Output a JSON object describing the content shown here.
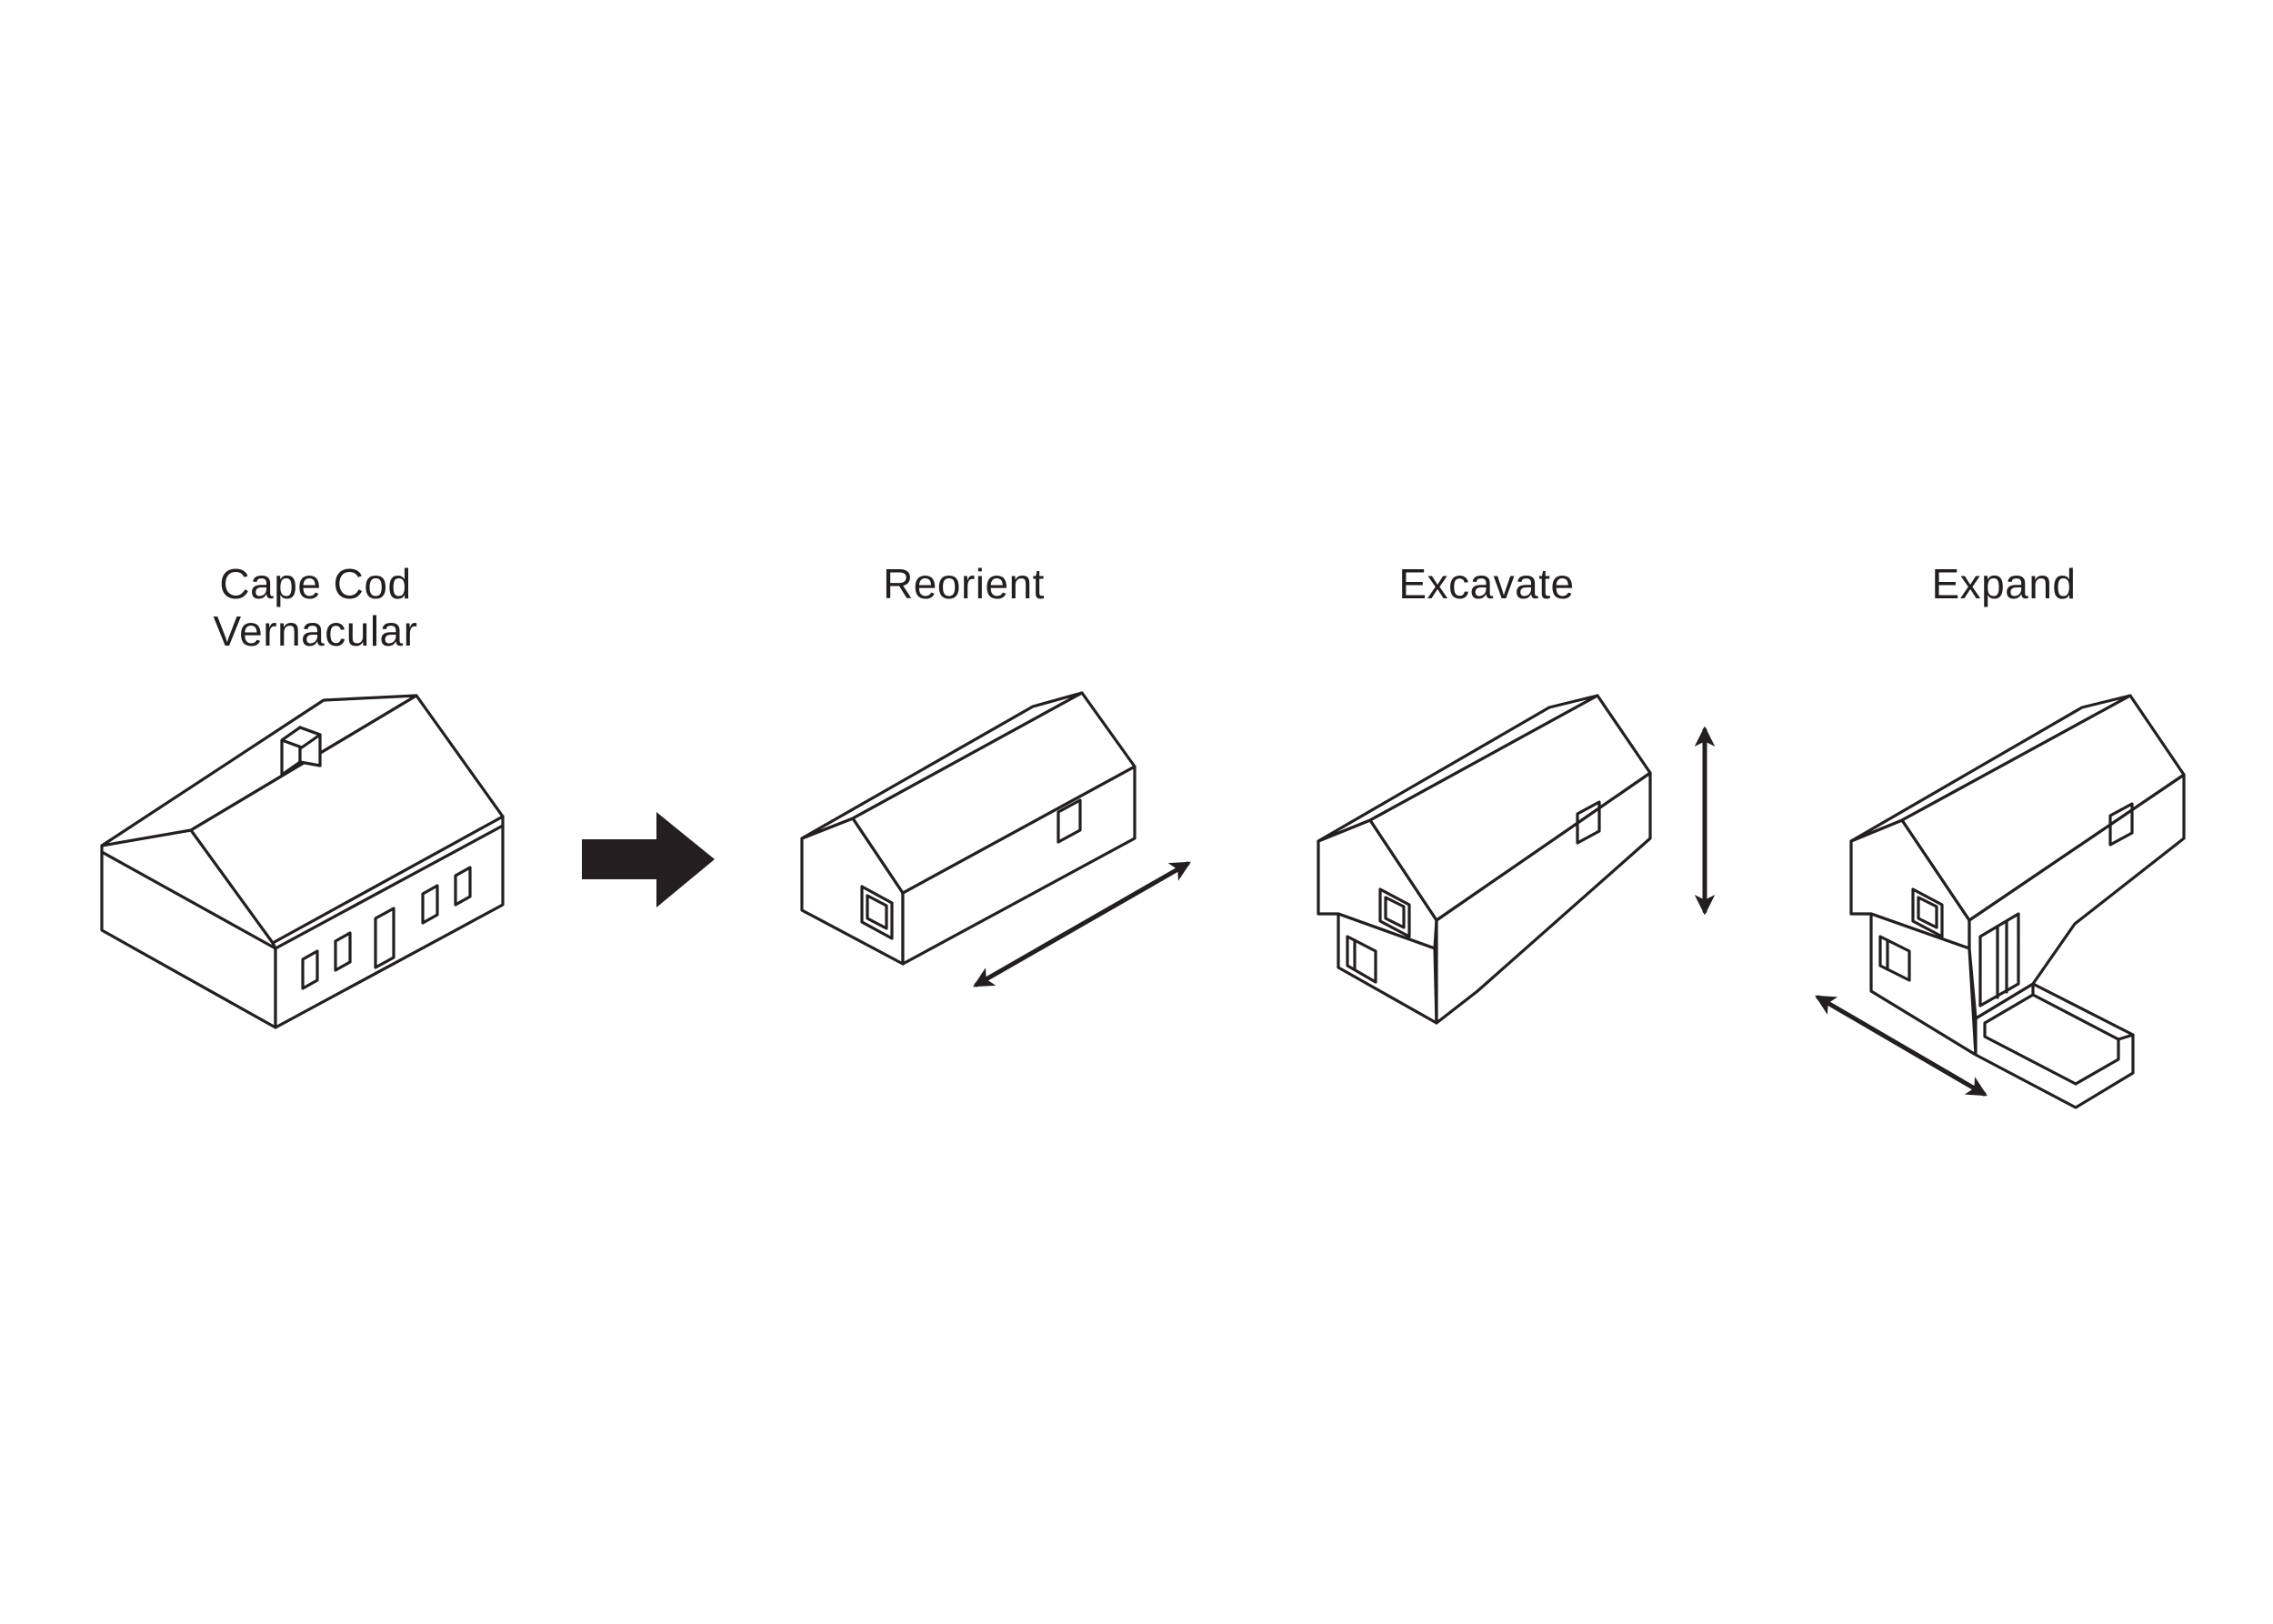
{
  "diagram": {
    "stages": [
      {
        "title_line1": "Cape Cod",
        "title_line2": "Vernacular"
      },
      {
        "title_line1": "Reorient"
      },
      {
        "title_line1": "Excavate"
      },
      {
        "title_line1": "Expand"
      }
    ],
    "colors": {
      "ink": "#231f20",
      "background": "#ffffff"
    },
    "icons": [
      "transition-arrow-icon",
      "horizontal-move-arrow-icon",
      "vertical-move-arrow-icon",
      "diagonal-move-arrow-icon"
    ]
  }
}
